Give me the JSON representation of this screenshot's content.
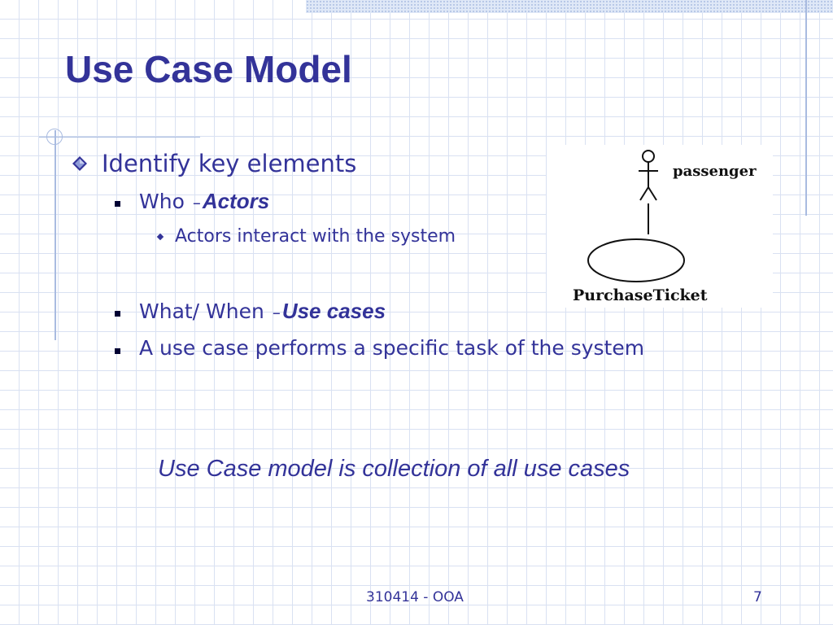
{
  "slide": {
    "title": "Use Case Model",
    "bullets": {
      "level1": "Identify key elements",
      "who": {
        "prefix": "Who",
        "dash": "–",
        "emphasis": "Actors"
      },
      "who_sub": "Actors interact with the system",
      "what": {
        "prefix": "What/ When",
        "dash": "–",
        "emphasis": "Use cases"
      },
      "usecase_desc": "A use case performs a specific task of the system"
    },
    "diagram": {
      "actor_label": "passenger",
      "usecase_label": "PurchaseTicket"
    },
    "note": "Use Case model is collection of all use cases",
    "footer": {
      "center": "310414 - OOA",
      "page_number": "7"
    }
  },
  "colors": {
    "text": "#333399",
    "grid": "#d9e1f2",
    "accent_lines": "#a9bbe0"
  }
}
